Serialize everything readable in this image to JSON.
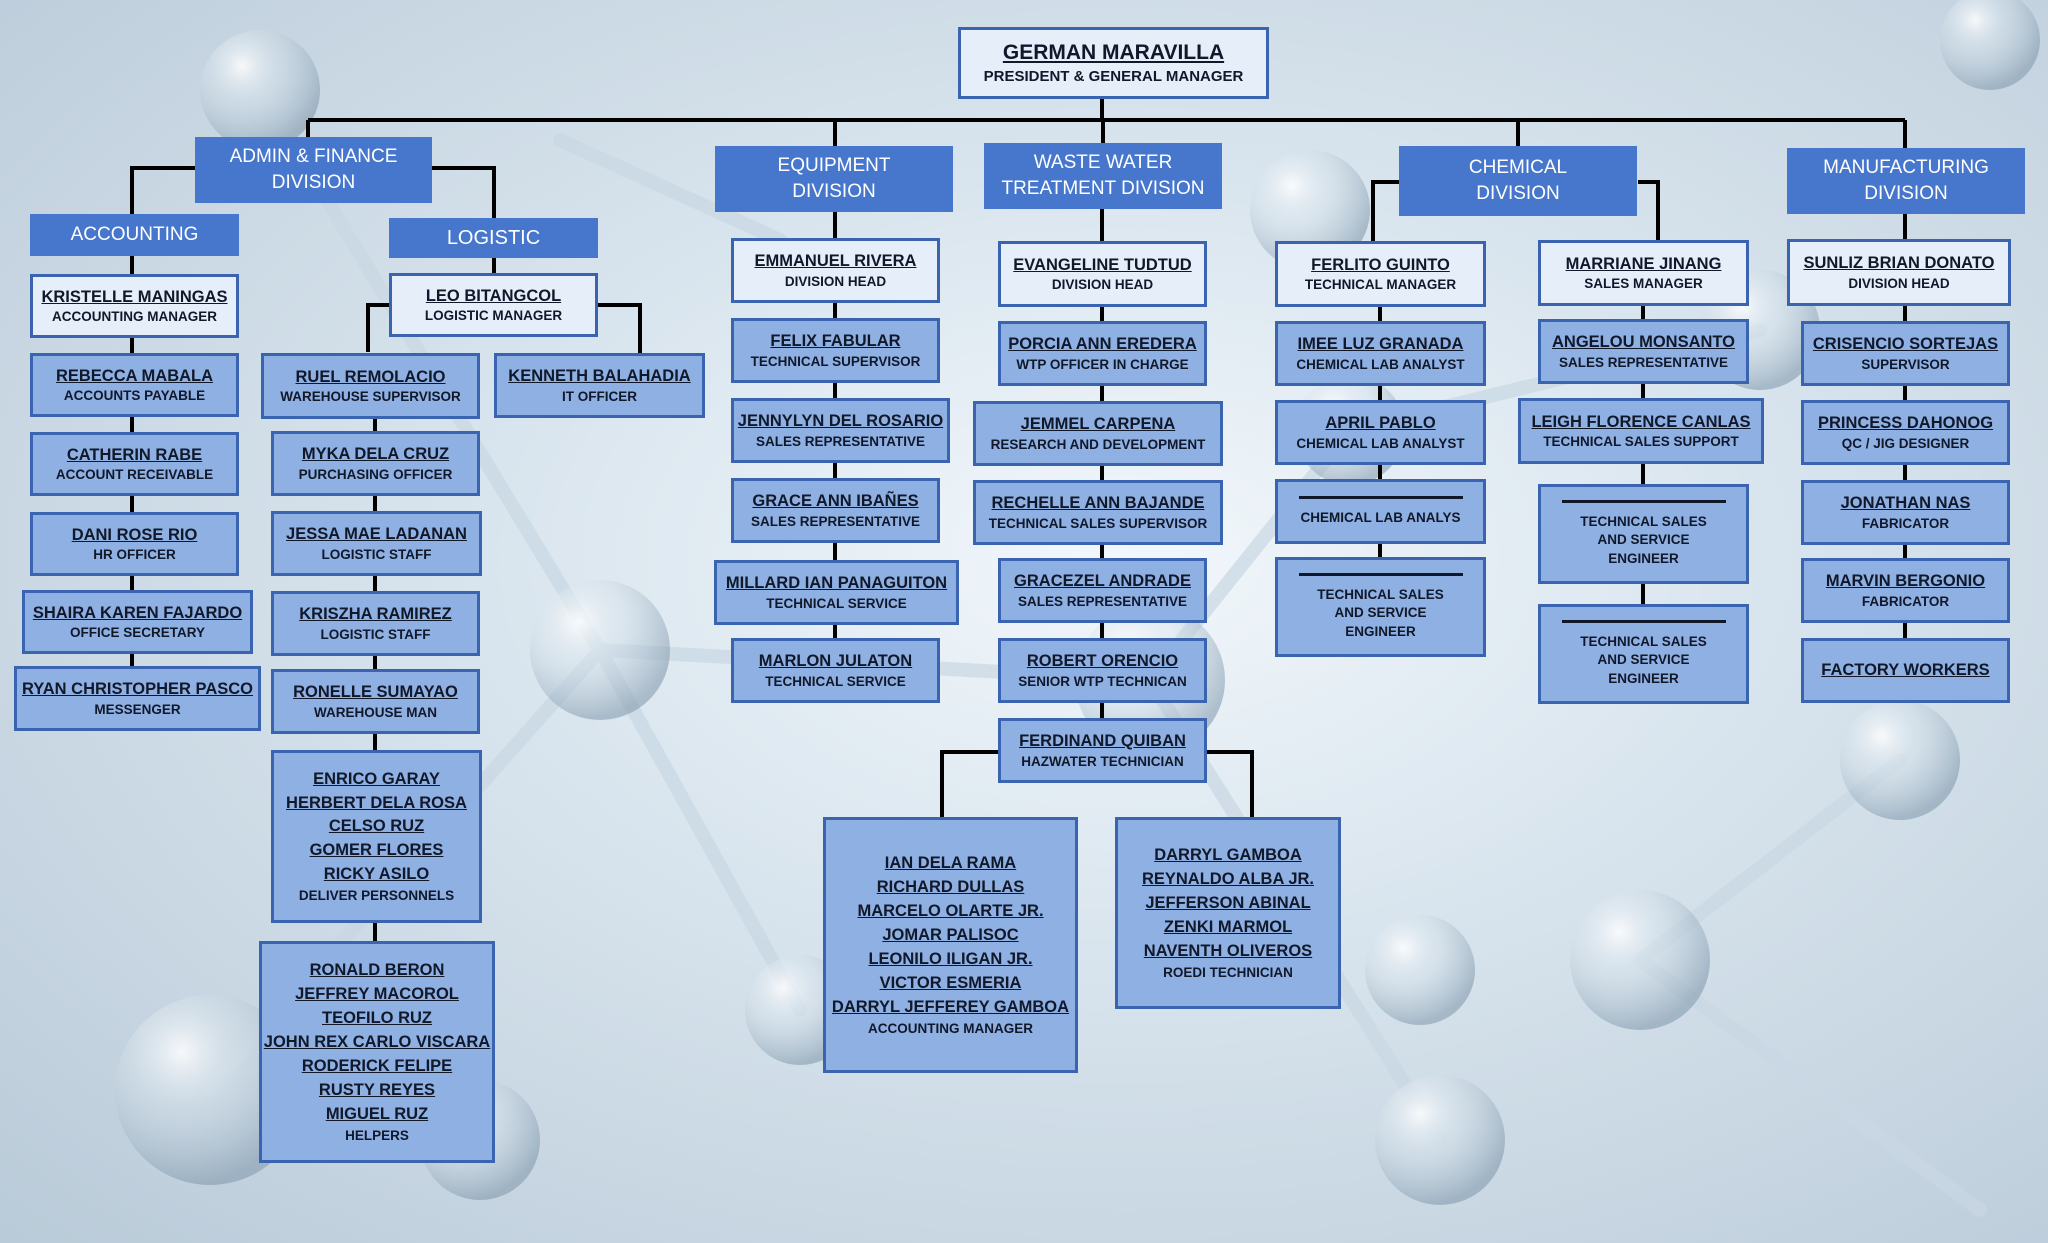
{
  "ceo": {
    "name": "GERMAN MARAVILLA",
    "title": "PRESIDENT & GENERAL MANAGER"
  },
  "divisions": {
    "admin": {
      "line1": "ADMIN & FINANCE",
      "line2": "DIVISION"
    },
    "accounting": "ACCOUNTING",
    "logistic": "LOGISTIC",
    "equipment": {
      "line1": "EQUIPMENT",
      "line2": "DIVISION"
    },
    "wastewater": {
      "line1": "WASTE WATER",
      "line2": "TREATMENT DIVISION"
    },
    "chemical": {
      "line1": "CHEMICAL",
      "line2": "DIVISION"
    },
    "manufacturing": {
      "line1": "MANUFACTURING",
      "line2": "DIVISION"
    }
  },
  "accounting": [
    {
      "name": "KRISTELLE MANINGAS",
      "title": "ACCOUNTING MANAGER"
    },
    {
      "name": "REBECCA MABALA",
      "title": "ACCOUNTS PAYABLE"
    },
    {
      "name": "CATHERIN RABE",
      "title": "ACCOUNT RECEIVABLE"
    },
    {
      "name": "DANI ROSE RIO",
      "title": "HR OFFICER"
    },
    {
      "name": "SHAIRA KAREN FAJARDO",
      "title": "OFFICE SECRETARY"
    },
    {
      "name": "RYAN CHRISTOPHER PASCO",
      "title": "MESSENGER"
    }
  ],
  "logistic": [
    {
      "name": "LEO BITANGCOL",
      "title": "LOGISTIC MANAGER"
    },
    {
      "name": "KENNETH BALAHADIA",
      "title": "IT OFFICER"
    },
    {
      "name": "RUEL REMOLACIO",
      "title": "WAREHOUSE SUPERVISOR"
    },
    {
      "name": "MYKA DELA CRUZ",
      "title": "PURCHASING OFFICER"
    },
    {
      "name": "JESSA MAE LADANAN",
      "title": "LOGISTIC STAFF"
    },
    {
      "name": "KRISZHA RAMIREZ",
      "title": "LOGISTIC STAFF"
    },
    {
      "name": "RONELLE SUMAYAO",
      "title": "WAREHOUSE MAN"
    }
  ],
  "delivery": {
    "names": [
      "ENRICO GARAY",
      "HERBERT DELA ROSA",
      "CELSO RUZ",
      "GOMER FLORES",
      "RICKY ASILO"
    ],
    "title": "DELIVER PERSONNELS"
  },
  "helpers": {
    "names": [
      "RONALD BERON",
      "JEFFREY MACOROL",
      "TEOFILO RUZ",
      "JOHN REX CARLO VISCARA",
      "RODERICK FELIPE",
      "RUSTY REYES",
      "MIGUEL RUZ"
    ],
    "title": "HELPERS"
  },
  "equipment": [
    {
      "name": "EMMANUEL RIVERA",
      "title": "DIVISION HEAD"
    },
    {
      "name": "FELIX FABULAR",
      "title": "TECHNICAL SUPERVISOR"
    },
    {
      "name": "JENNYLYN DEL ROSARIO",
      "title": "SALES REPRESENTATIVE"
    },
    {
      "name": "GRACE ANN IBAÑES",
      "title": "SALES REPRESENTATIVE"
    },
    {
      "name": "MILLARD IAN PANAGUITON",
      "title": "TECHNICAL SERVICE"
    },
    {
      "name": "MARLON JULATON",
      "title": "TECHNICAL SERVICE"
    }
  ],
  "wastewater": [
    {
      "name": "EVANGELINE TUDTUD",
      "title": "DIVISION HEAD"
    },
    {
      "name": "PORCIA ANN EREDERA",
      "title": "WTP OFFICER IN CHARGE"
    },
    {
      "name": "JEMMEL CARPENA",
      "title": "RESEARCH AND DEVELOPMENT"
    },
    {
      "name": "RECHELLE ANN BAJANDE",
      "title": "TECHNICAL SALES SUPERVISOR"
    },
    {
      "name": "GRACEZEL ANDRADE",
      "title": "SALES REPRESENTATIVE"
    },
    {
      "name": "ROBERT ORENCIO",
      "title": "SENIOR WTP TECHNICAN"
    },
    {
      "name": "FERDINAND QUIBAN",
      "title": "HAZWATER TECHNICIAN"
    }
  ],
  "accounting_team": {
    "names": [
      "IAN DELA RAMA",
      "RICHARD DULLAS",
      "MARCELO OLARTE JR.",
      "JOMAR PALISOC",
      "LEONILO ILIGAN JR.",
      "VICTOR ESMERIA",
      "DARRYL JEFFEREY GAMBOA"
    ],
    "title": "ACCOUNTING MANAGER"
  },
  "roedi_team": {
    "names": [
      "DARRYL GAMBOA",
      "REYNALDO ALBA JR.",
      "JEFFERSON ABINAL",
      "ZENKI MARMOL",
      "NAVENTH OLIVEROS"
    ],
    "title": "ROEDI TECHNICIAN"
  },
  "chemical_tech": [
    {
      "name": "FERLITO GUINTO",
      "title": "TECHNICAL MANAGER"
    },
    {
      "name": "IMEE LUZ GRANADA",
      "title": "CHEMICAL LAB ANALYST"
    },
    {
      "name": "APRIL PABLO",
      "title": "CHEMICAL LAB ANALYST"
    },
    {
      "name": "",
      "title": "CHEMICAL LAB ANALYS"
    },
    {
      "name": "",
      "title": "TECHNICAL SALES AND SERVICE ENGINEER"
    }
  ],
  "chemical_sales": [
    {
      "name": "MARRIANE JINANG",
      "title": "SALES MANAGER"
    },
    {
      "name": "ANGELOU MONSANTO",
      "title": "SALES REPRESENTATIVE"
    },
    {
      "name": "LEIGH FLORENCE CANLAS",
      "title": "TECHNICAL SALES SUPPORT"
    },
    {
      "name": "",
      "title": "TECHNICAL SALES AND SERVICE ENGINEER"
    },
    {
      "name": "",
      "title": "TECHNICAL SALES AND SERVICE ENGINEER"
    }
  ],
  "manufacturing": [
    {
      "name": "SUNLIZ BRIAN DONATO",
      "title": "DIVISION HEAD"
    },
    {
      "name": "CRISENCIO SORTEJAS",
      "title": "SUPERVISOR"
    },
    {
      "name": "PRINCESS DAHONOG",
      "title": "QC / JIG DESIGNER"
    },
    {
      "name": "JONATHAN NAS",
      "title": "FABRICATOR"
    },
    {
      "name": "MARVIN BERGONIO",
      "title": "FABRICATOR"
    },
    {
      "name": "FACTORY WORKERS",
      "title": ""
    }
  ]
}
